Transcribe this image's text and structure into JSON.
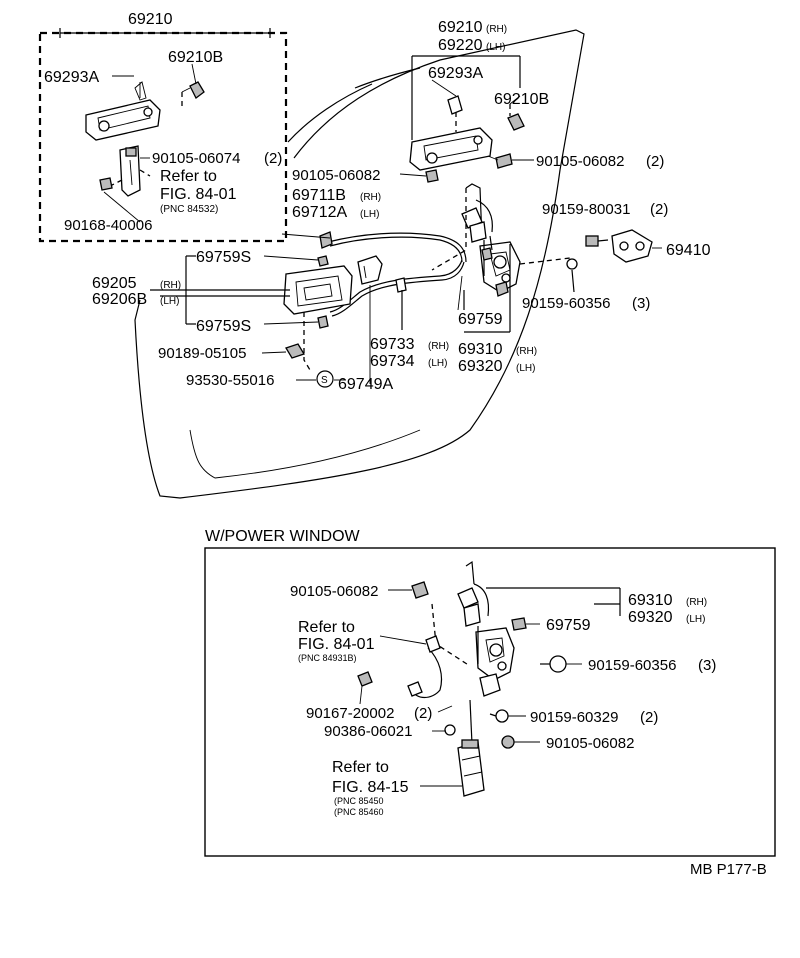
{
  "labels": {
    "p69210_top": "69210",
    "p69210B_a": "69210B",
    "p69293A_a": "69293A",
    "p9010506074": "90105-06074",
    "qty_2_a": "(2)",
    "refer_a1": "Refer to",
    "refer_a2": "FIG. 84-01",
    "refer_a3": "(PNC 84532)",
    "p9016840006": "90168-40006",
    "p69210_rh": "69210",
    "rh_a": "(RH)",
    "p69220_lh": "69220",
    "lh_a": "(LH)",
    "p69293A_b": "69293A",
    "p69210B_b": "69210B",
    "p9010506082_a": "90105-06082",
    "qty_2_b": "(2)",
    "p9010506082_b": "90105-06082",
    "p69711B": "69711B",
    "rh_b": "(RH)",
    "p69712A": "69712A",
    "lh_b": "(LH)",
    "p9015980031": "90159-80031",
    "qty_2_c": "(2)",
    "p69410": "69410",
    "p69759S_a": "69759S",
    "p69205": "69205",
    "rh_c": "(RH)",
    "p69206B": "69206B",
    "lh_c": "(LH)",
    "p9015960356_a": "90159-60356",
    "qty_3_a": "(3)",
    "p69759_a": "69759",
    "p69759S_b": "69759S",
    "p69733": "69733",
    "rh_d": "(RH)",
    "p69310_a": "69310",
    "rh_e": "(RH)",
    "p9018905105": "90189-05105",
    "p69734": "69734",
    "lh_d": "(LH)",
    "p69320_a": "69320",
    "lh_e": "(LH)",
    "p9353055016": "93530-55016",
    "s_mark": "S",
    "p69749A": "69749A",
    "pw_title": "W/POWER WINDOW",
    "p9010506082_c": "90105-06082",
    "p69310_b": "69310",
    "rh_f": "(RH)",
    "p69320_b": "69320",
    "lh_f": "(LH)",
    "p69759_b": "69759",
    "refer_b1": "Refer to",
    "refer_b2": "FIG. 84-01",
    "refer_b3": "(PNC 84931B)",
    "p9015960356_b": "90159-60356",
    "qty_3_b": "(3)",
    "p9016720002": "90167-20002",
    "qty_2_d": "(2)",
    "p9015960329": "90159-60329",
    "qty_2_e": "(2)",
    "p9038606021": "90386-06021",
    "p9010506082_d": "90105-06082",
    "refer_c1": "Refer to",
    "refer_c2": "FIG. 84-15",
    "refer_c3": "(PNC 85450",
    "refer_c4": "(PNC 85460",
    "footer": "MB P177-B"
  }
}
